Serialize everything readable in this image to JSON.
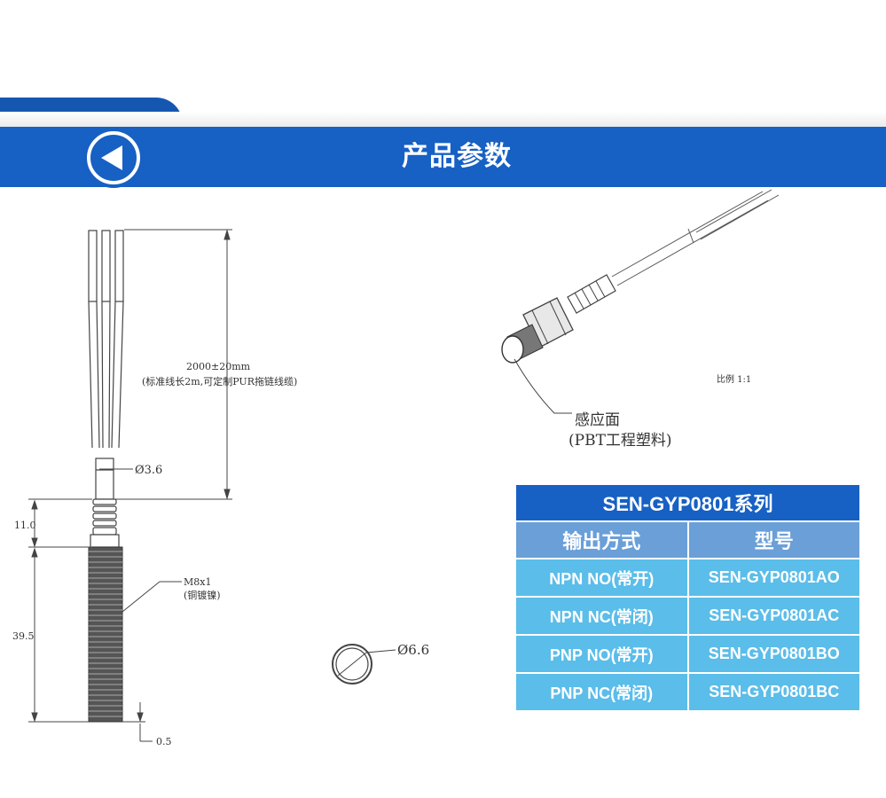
{
  "header": {
    "title": "产品参数"
  },
  "drawing": {
    "cable_length_main": "2000±20mm",
    "cable_length_note": "(标准线长2m,可定制PUR拖链线缆)",
    "cable_diameter": "Ø3.6",
    "dim_top": "11.0",
    "dim_body": "39.5",
    "dim_tip": "0.5",
    "thread_spec": "M8x1",
    "thread_material": "(铜镀镍)",
    "face_diameter": "Ø6.6",
    "scale": "比例 1:1",
    "sensing_face": "感应面",
    "sensing_material": "(PBT工程塑料)"
  },
  "spec_table": {
    "title": "SEN-GYP0801系列",
    "headers": [
      "输出方式",
      "型号"
    ],
    "rows": [
      [
        "NPN NO(常开)",
        "SEN-GYP0801AO"
      ],
      [
        "NPN NC(常闭)",
        "SEN-GYP0801AC"
      ],
      [
        "PNP NO(常开)",
        "SEN-GYP0801BO"
      ],
      [
        "PNP NC(常闭)",
        "SEN-GYP0801BC"
      ]
    ]
  }
}
